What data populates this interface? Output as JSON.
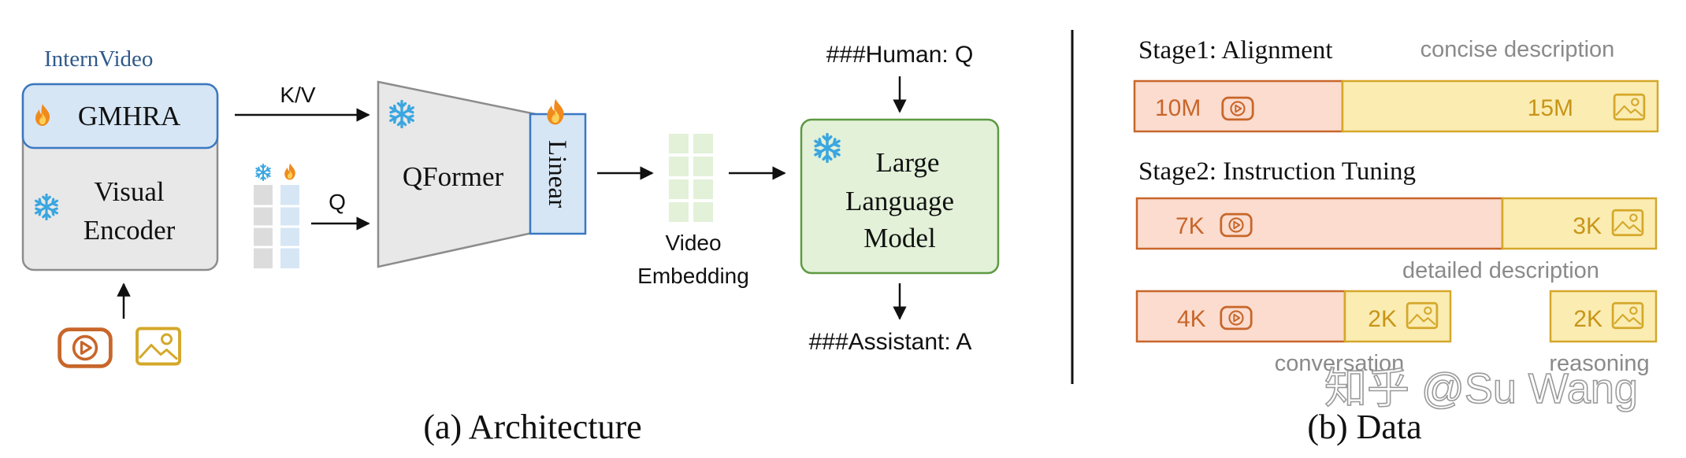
{
  "architecture": {
    "internvideo_label": "InternVideo",
    "gmhra_label": "GMHRA",
    "visual_encoder_label": [
      "Visual",
      "Encoder"
    ],
    "kv_label": "K/V",
    "q_label": "Q",
    "qformer_label": "QFormer",
    "linear_label": "Linear",
    "video_embedding_label": [
      "Video",
      "Embedding"
    ],
    "human_prompt": "###Human: Q",
    "llm_label": [
      "Large",
      "Language",
      "Model"
    ],
    "assistant_output": "###Assistant: A",
    "caption": "(a) Architecture"
  },
  "data": {
    "caption": "(b) Data",
    "stage1": {
      "title": "Stage1: Alignment",
      "subtitle": "concise description",
      "video_count": "10M",
      "image_count": "15M"
    },
    "stage2": {
      "title": "Stage2: Instruction Tuning",
      "detailed": {
        "label": "detailed description",
        "video_count": "7K",
        "image_count": "3K"
      },
      "conversation": {
        "label": "conversation",
        "video_count": "4K",
        "image_count": "2K"
      },
      "reasoning": {
        "label": "reasoning",
        "image_count": "2K"
      }
    },
    "watermark": "知乎 @Su Wang"
  },
  "colors": {
    "video_fill": "#fbdccf",
    "video_stroke": "#c8662a",
    "image_fill": "#fbecb2",
    "image_stroke": "#d4a82a",
    "gmhra_fill": "#d6e6f5",
    "blue_stroke": "#3a78c2",
    "llm_fill": "#e2f1d8",
    "llm_stroke": "#5e9a43",
    "gray_fill": "#e8e8e8",
    "gray_stroke": "#8c8c8c"
  }
}
